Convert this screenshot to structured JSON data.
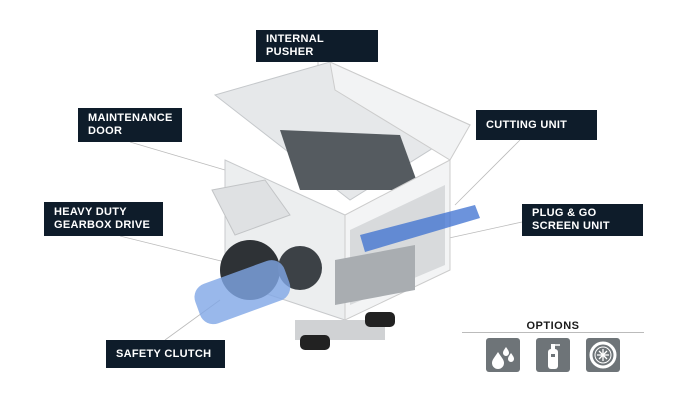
{
  "labels": {
    "internal_pusher": "INTERNAL PUSHER",
    "maintenance_door": "MAINTENANCE DOOR",
    "cutting_unit": "CUTTING UNIT",
    "gearbox_drive": "HEAVY DUTY GEARBOX DRIVE",
    "screen_unit": "PLUG & GO SCREEN UNIT",
    "safety_clutch": "SAFETY CLUTCH"
  },
  "options": {
    "title": "OPTIONS",
    "icons": [
      "water-drops-icon",
      "fire-extinguisher-icon",
      "cooling-wheel-icon"
    ]
  },
  "colors": {
    "label_bg": "#0e1c2a",
    "icon_bg": "#6e7478",
    "accent": "#3b6fd0"
  }
}
